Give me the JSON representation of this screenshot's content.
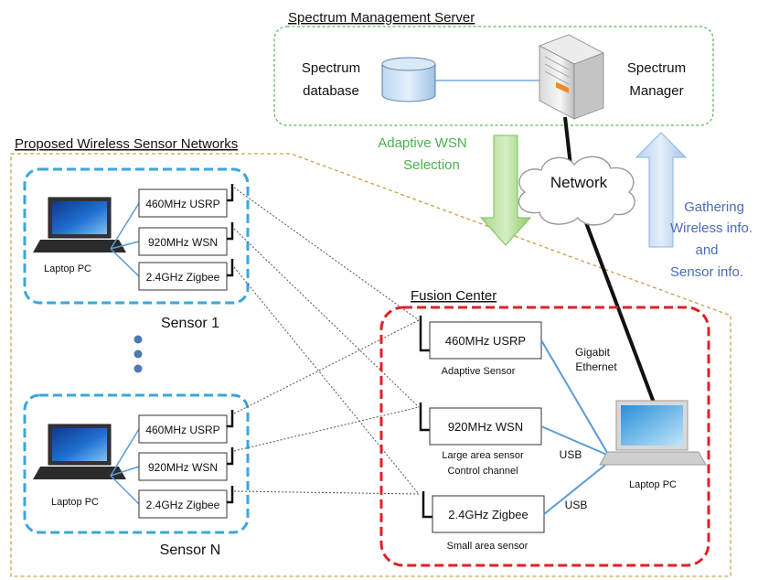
{
  "server": {
    "title": "Spectrum Management Server",
    "db_line1": "Spectrum",
    "db_line2": "database",
    "mgr_line1": "Spectrum",
    "mgr_line2": "Manager"
  },
  "network_label": "Network",
  "adaptive": {
    "line1": "Adaptive WSN",
    "line2": "Selection"
  },
  "gathering": {
    "line1": "Gathering",
    "line2": "Wireless info.",
    "line3": "and",
    "line4": "Sensor info."
  },
  "wsn_title": "Proposed Wireless Sensor Networks",
  "sensor1": {
    "name": "Sensor 1",
    "laptop": "Laptop PC",
    "modules": [
      "460MHz USRP",
      "920MHz WSN",
      "2.4GHz Zigbee"
    ]
  },
  "sensorN": {
    "name": "Sensor N",
    "laptop": "Laptop PC",
    "modules": [
      "460MHz USRP",
      "920MHz WSN",
      "2.4GHz Zigbee"
    ]
  },
  "fusion": {
    "title": "Fusion Center",
    "modules": [
      "460MHz USRP",
      "920MHz WSN",
      "2.4GHz Zigbee"
    ],
    "captions": {
      "usrp": "Adaptive Sensor",
      "wsn1": "Large area sensor",
      "wsn2": "Control channel",
      "zigbee": "Small area sensor"
    },
    "links": {
      "gigabit1": "Gigabit",
      "gigabit2": "Ethernet",
      "usb1": "USB",
      "usb2": "USB"
    },
    "laptop": "Laptop PC"
  },
  "colors": {
    "server_border": "#5cb85c",
    "sensor_border": "#3aa6dd",
    "fusion_border": "#e0202a",
    "wsn_border": "#c8a24a",
    "adaptive_text": "#4caf50",
    "gathering_text": "#4b6cb7",
    "link_blue": "#5b9bd5"
  }
}
